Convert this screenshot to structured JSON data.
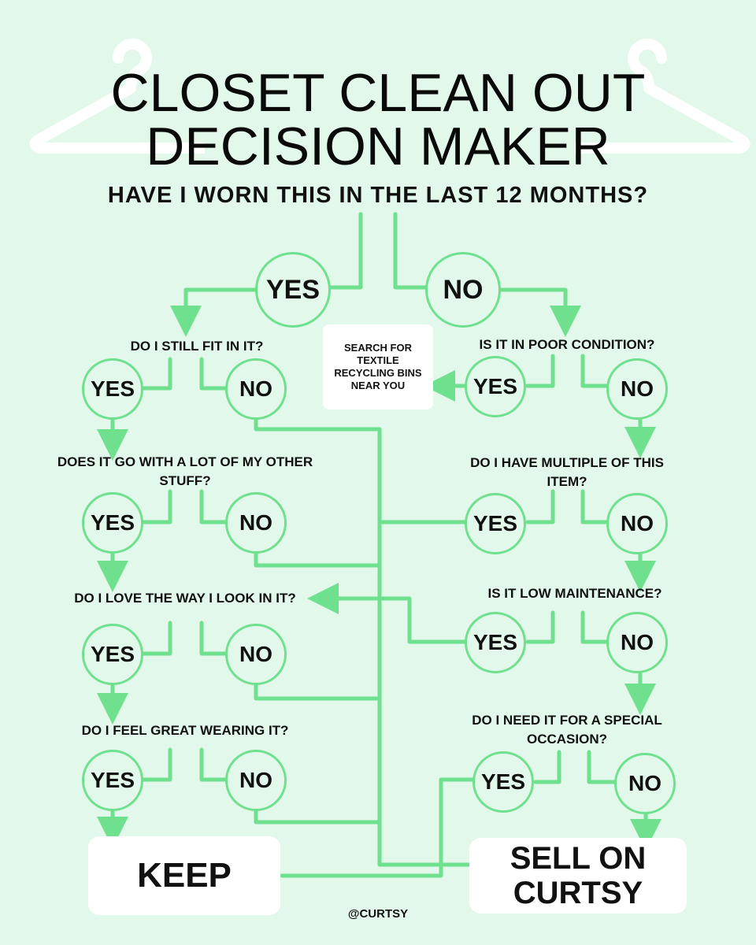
{
  "title": {
    "line1": "CLOSET CLEAN OUT",
    "line2": "DECISION MAKER"
  },
  "main_question": "HAVE I WORN THIS IN THE LAST 12 MONTHS?",
  "top": {
    "yes": "YES",
    "no": "NO"
  },
  "left_questions": [
    {
      "q": "DO I STILL FIT IN IT?",
      "yes": "YES",
      "no": "NO"
    },
    {
      "q": "DOES IT GO WITH A LOT OF MY OTHER STUFF?",
      "yes": "YES",
      "no": "NO"
    },
    {
      "q": "DO I LOVE THE WAY I LOOK IN IT?",
      "yes": "YES",
      "no": "NO"
    },
    {
      "q": "DO I FEEL GREAT WEARING IT?",
      "yes": "YES",
      "no": "NO"
    }
  ],
  "right_questions": [
    {
      "q": "IS IT IN POOR CONDITION?",
      "yes": "YES",
      "no": "NO"
    },
    {
      "q": "DO I HAVE MULTIPLE OF THIS ITEM?",
      "yes": "YES",
      "no": "NO"
    },
    {
      "q": "IS IT LOW MAINTENANCE?",
      "yes": "YES",
      "no": "NO"
    },
    {
      "q": "DO I NEED IT FOR A SPECIAL OCCASION?",
      "yes": "YES",
      "no": "NO"
    }
  ],
  "recycle_box": "SEARCH FOR TEXTILE RECYCLING BINS NEAR YOU",
  "outcomes": {
    "keep": "KEEP",
    "sell": "SELL ON CURTSY"
  },
  "footer": "@CURTSY",
  "colors": {
    "background": "#e2f8ea",
    "accent": "#6ee08e",
    "box": "#ffffff",
    "text": "#111111"
  }
}
